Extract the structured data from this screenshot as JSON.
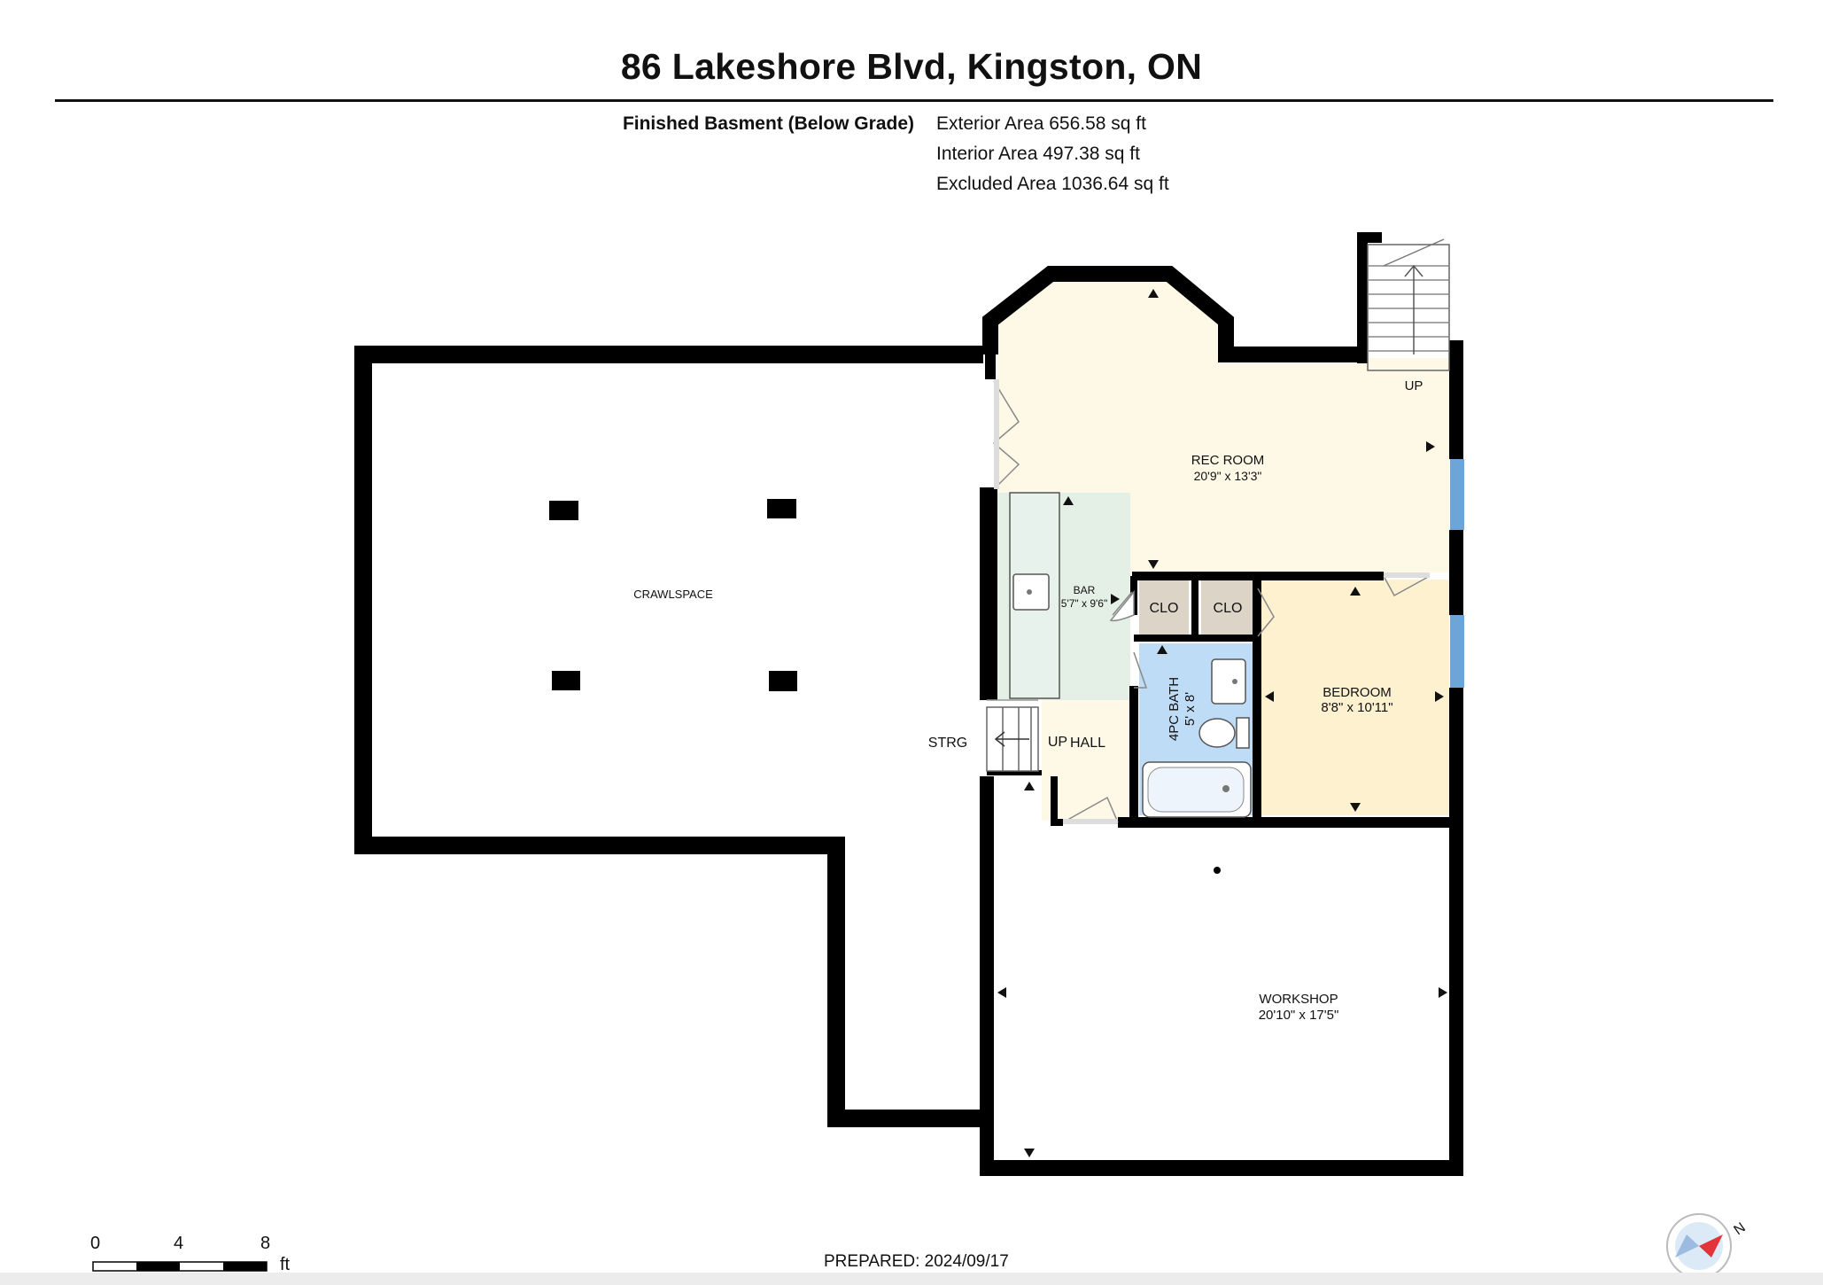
{
  "header": {
    "address": "86 Lakeshore Blvd, Kingston, ON",
    "floor_label": "Finished Basment (Below Grade)",
    "exterior_area": "Exterior Area 656.58 sq ft",
    "interior_area": "Interior Area 497.38 sq ft",
    "excluded_area": "Excluded Area 1036.64 sq ft"
  },
  "rooms": {
    "rec_room": {
      "name": "REC ROOM",
      "dims": "20'9\" x 13'3\""
    },
    "bar": {
      "name": "BAR",
      "dims": "5'7\" x 9'6\""
    },
    "crawlspace": {
      "name": "CRAWLSPACE"
    },
    "clo1": {
      "name": "CLO"
    },
    "clo2": {
      "name": "CLO"
    },
    "bath": {
      "name": "4PC BATH",
      "dims": "5' x 8'"
    },
    "bedroom": {
      "name": "BEDROOM",
      "dims": "8'8\" x 10'11\""
    },
    "strg": {
      "name": "STRG"
    },
    "hall": {
      "name": "HALL"
    },
    "workshop": {
      "name": "WORKSHOP",
      "dims": "20'10\" x 17'5\""
    }
  },
  "stairs": {
    "main_up": "UP",
    "small_up": "UP"
  },
  "scale": {
    "t0": "0",
    "t4": "4",
    "t8": "8",
    "unit": "ft"
  },
  "compass": {
    "north": "N"
  },
  "footer": {
    "prepared": "PREPARED: 2024/09/17"
  },
  "colors": {
    "wall": "#000000",
    "rec_room_fill": "#fdf9e6",
    "bar_fill": "#e4efe6",
    "bedroom_fill": "#fdf1cf",
    "bath_fill": "#bfdcf7",
    "closet_fill": "#ddd4c8",
    "window": "#6fa5d6"
  }
}
